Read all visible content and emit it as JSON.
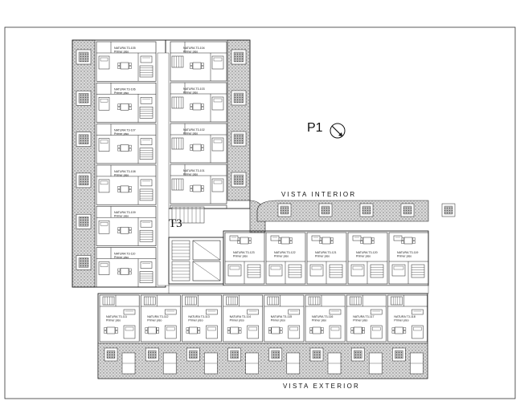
{
  "labels": {
    "block_name": "T3",
    "sheet_code": "P1",
    "view_interior": "VISTA INTERIOR",
    "view_exterior": "VISTA EXTERIOR"
  },
  "units_left_column_a": [
    {
      "name": "NATURA T3-105",
      "floor": "Primer piso"
    },
    {
      "name": "NATURA T3-106",
      "floor": "Primer piso"
    },
    {
      "name": "NATURA T3-107",
      "floor": "Primer piso"
    },
    {
      "name": "NATURA T3-108",
      "floor": "Primer piso"
    },
    {
      "name": "NATURA T3-109",
      "floor": "Primer piso"
    },
    {
      "name": "NATURA T3-110",
      "floor": "Primer piso"
    }
  ],
  "units_left_column_b": [
    {
      "name": "NATURA T3-104",
      "floor": "Primer piso"
    },
    {
      "name": "NATURA T3-103",
      "floor": "Primer piso"
    },
    {
      "name": "NATURA T3-102",
      "floor": "Primer piso"
    },
    {
      "name": "NATURA T3-101",
      "floor": "Primer piso"
    }
  ],
  "units_interior_row": [
    {
      "name": "NATURA T3-123",
      "floor": "Primer piso"
    },
    {
      "name": "NATURA T3-122",
      "floor": "Primer piso"
    },
    {
      "name": "NATURA T3-121",
      "floor": "Primer piso"
    },
    {
      "name": "NATURA T3-120",
      "floor": "Primer piso"
    },
    {
      "name": "NATURA T3-119",
      "floor": "Primer piso"
    }
  ],
  "units_exterior_row": [
    {
      "name": "NATURA T3-111",
      "floor": "Primer piso"
    },
    {
      "name": "NATURA T3-112",
      "floor": "Primer piso"
    },
    {
      "name": "NATURA T3-113",
      "floor": "Primer piso"
    },
    {
      "name": "NATURA T3-114",
      "floor": "Primer piso"
    },
    {
      "name": "NATURA T3-115",
      "floor": "Primer piso"
    },
    {
      "name": "NATURA T3-116",
      "floor": "Primer piso"
    },
    {
      "name": "NATURA T3-117",
      "floor": "Primer piso"
    },
    {
      "name": "NATURA T3-118",
      "floor": "Primer piso"
    }
  ],
  "colors": {
    "line": "#222222",
    "hatch": "#9a9a9a",
    "paper": "#ffffff"
  }
}
